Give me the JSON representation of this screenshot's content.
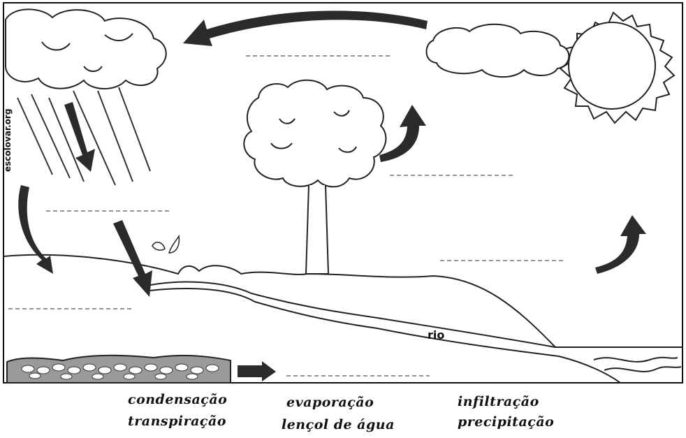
{
  "credit": "escolovar.org",
  "river_label": "rio",
  "word_bank": {
    "col1": [
      "condensação",
      "transpiração"
    ],
    "col2": [
      "evaporação",
      "lençol de água"
    ],
    "col3": [
      "infiltração",
      "precipitação"
    ]
  },
  "colors": {
    "line": "#222222",
    "arrow": "#2b2b2b",
    "frame": "#000000"
  }
}
